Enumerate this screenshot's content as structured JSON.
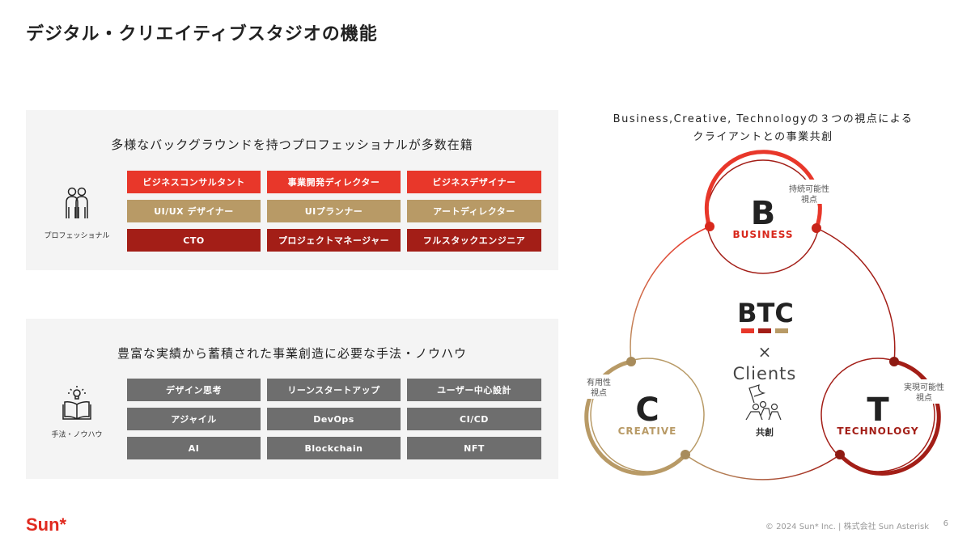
{
  "title": "デジタル・クリエイティブスタジオの機能",
  "professionals": {
    "heading": "多様なバックグラウンドを持つプロフェッショナルが多数在籍",
    "icon_label": "プロフェッショナル",
    "chips": [
      {
        "label": "ビジネスコンサルタント",
        "color": "red"
      },
      {
        "label": "事業開発ディレクター",
        "color": "red"
      },
      {
        "label": "ビジネスデザイナー",
        "color": "red"
      },
      {
        "label": "UI/UX デザイナー",
        "color": "gold"
      },
      {
        "label": "UIプランナー",
        "color": "gold"
      },
      {
        "label": "アートディレクター",
        "color": "gold"
      },
      {
        "label": "CTO",
        "color": "dark"
      },
      {
        "label": "プロジェクトマネージャー",
        "color": "dark"
      },
      {
        "label": "フルスタックエンジニア",
        "color": "dark"
      }
    ]
  },
  "knowhow": {
    "heading": "豊富な実績から蓄積された事業創造に必要な手法・ノウハウ",
    "icon_label": "手法・ノウハウ",
    "chips": [
      "デザイン思考",
      "リーンスタートアップ",
      "ユーザー中心設計",
      "アジャイル",
      "DevOps",
      "CI/CD",
      "AI",
      "Blockchain",
      "NFT"
    ]
  },
  "diagram": {
    "title_line1": "Business,Creative, Technologyの３つの視点による",
    "title_line2": "クライアントとの事業共創",
    "b": {
      "letter": "B",
      "label": "BUSINESS",
      "note1": "持続可能性",
      "note2": "視点"
    },
    "c": {
      "letter": "C",
      "label": "CREATIVE",
      "note1": "有用性",
      "note2": "視点"
    },
    "t": {
      "letter": "T",
      "label": "TECHNOLOGY",
      "note1": "実現可能性",
      "note2": "視点"
    },
    "center_title": "BTC",
    "times": "×",
    "clients": "Clients",
    "cocreation": "共創"
  },
  "colors": {
    "red": "#e8372a",
    "gold": "#b89a66",
    "dark": "#a31e17",
    "gray": "#6e6e6e"
  },
  "footer": {
    "logo": "Sun*",
    "copyright": "© 2024 Sun* Inc.  |  株式会社 Sun Asterisk",
    "page": "6"
  }
}
